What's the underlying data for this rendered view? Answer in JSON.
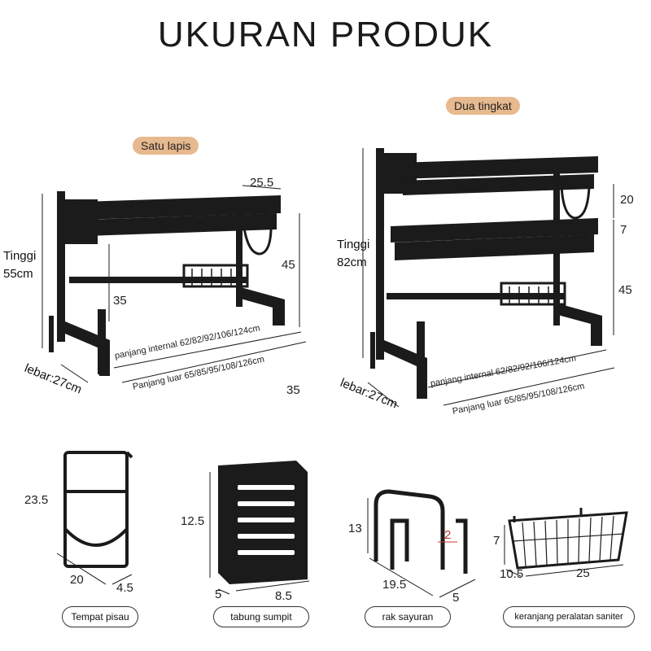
{
  "title": "UKURAN PRODUK",
  "left_rack": {
    "badge": "Satu lapis",
    "height_label": "Tinggi\n55cm",
    "dims": {
      "top_gap": "25.5",
      "upper": "45",
      "lower": "35",
      "bottom": "35"
    },
    "internal_length": "panjang internal 62/82/92/106/124cm",
    "outer_length": "Panjang luar 65/85/95/108/126cm",
    "width_label": "lebar:27cm"
  },
  "right_rack": {
    "badge": "Dua tingkat",
    "height_label": "Tinggi\n82cm",
    "dims": {
      "top": "20",
      "mid": "7",
      "low": "45"
    },
    "internal_length": "panjang internal 62/82/92/106/124cm",
    "outer_length": "Panjang luar 65/85/95/108/126cm",
    "width_label": "lebar:27cm"
  },
  "accessories": [
    {
      "name": "Tempat pisau",
      "dims": [
        "23.5",
        "20",
        "4.5"
      ]
    },
    {
      "name": "tabung sumpit",
      "dims": [
        "12.5",
        "5",
        "8.5"
      ]
    },
    {
      "name": "rak sayuran",
      "dims": [
        "13",
        "2",
        "19.5",
        "5"
      ]
    },
    {
      "name": "keranjang peralatan saniter",
      "dims": [
        "7",
        "10.5",
        "25"
      ]
    }
  ],
  "colors": {
    "badge": "#e7b98f",
    "rack": "#1b1b1b",
    "accent_red": "#c0392b"
  }
}
